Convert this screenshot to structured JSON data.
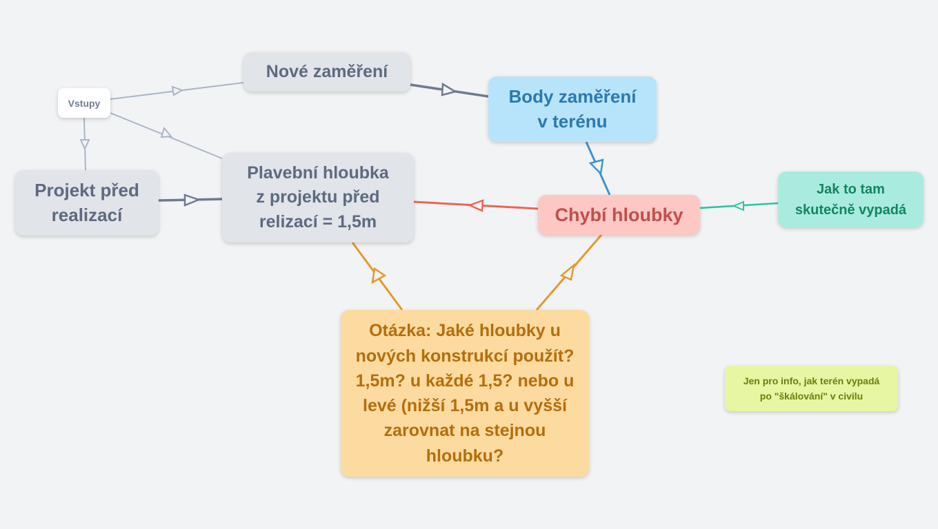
{
  "diagram": {
    "nodes": {
      "vstupy": "Vstupy",
      "nove_zamereni": "Nové zaměření",
      "body_zamereni": "Body zaměření\nv terénu",
      "projekt": "Projekt před\nrealizací",
      "plavebni": "Plavební hloubka\nz projektu před\nrelizací = 1,5m",
      "chybi": "Chybí hloubky",
      "jak_to_tam": "Jak to tam\nskutečně vypadá",
      "otazka": "Otázka: Jaké hloubky u nových konstrukcí použít? 1,5m? u každé 1,5? nebo u levé (nižší 1,5m a u vyšší zarovnat na stejnou hloubku?",
      "info": "Jen pro info, jak terén vypadá\npo \"škálování\" v civilu"
    },
    "colors": {
      "gray_edge": "#a9b5c8",
      "dark_edge": "#6f7a8f",
      "blue_edge": "#3a95cf",
      "red_edge": "#ef6451",
      "teal_edge": "#29c5a6",
      "orange_edge": "#e39a2a"
    }
  }
}
